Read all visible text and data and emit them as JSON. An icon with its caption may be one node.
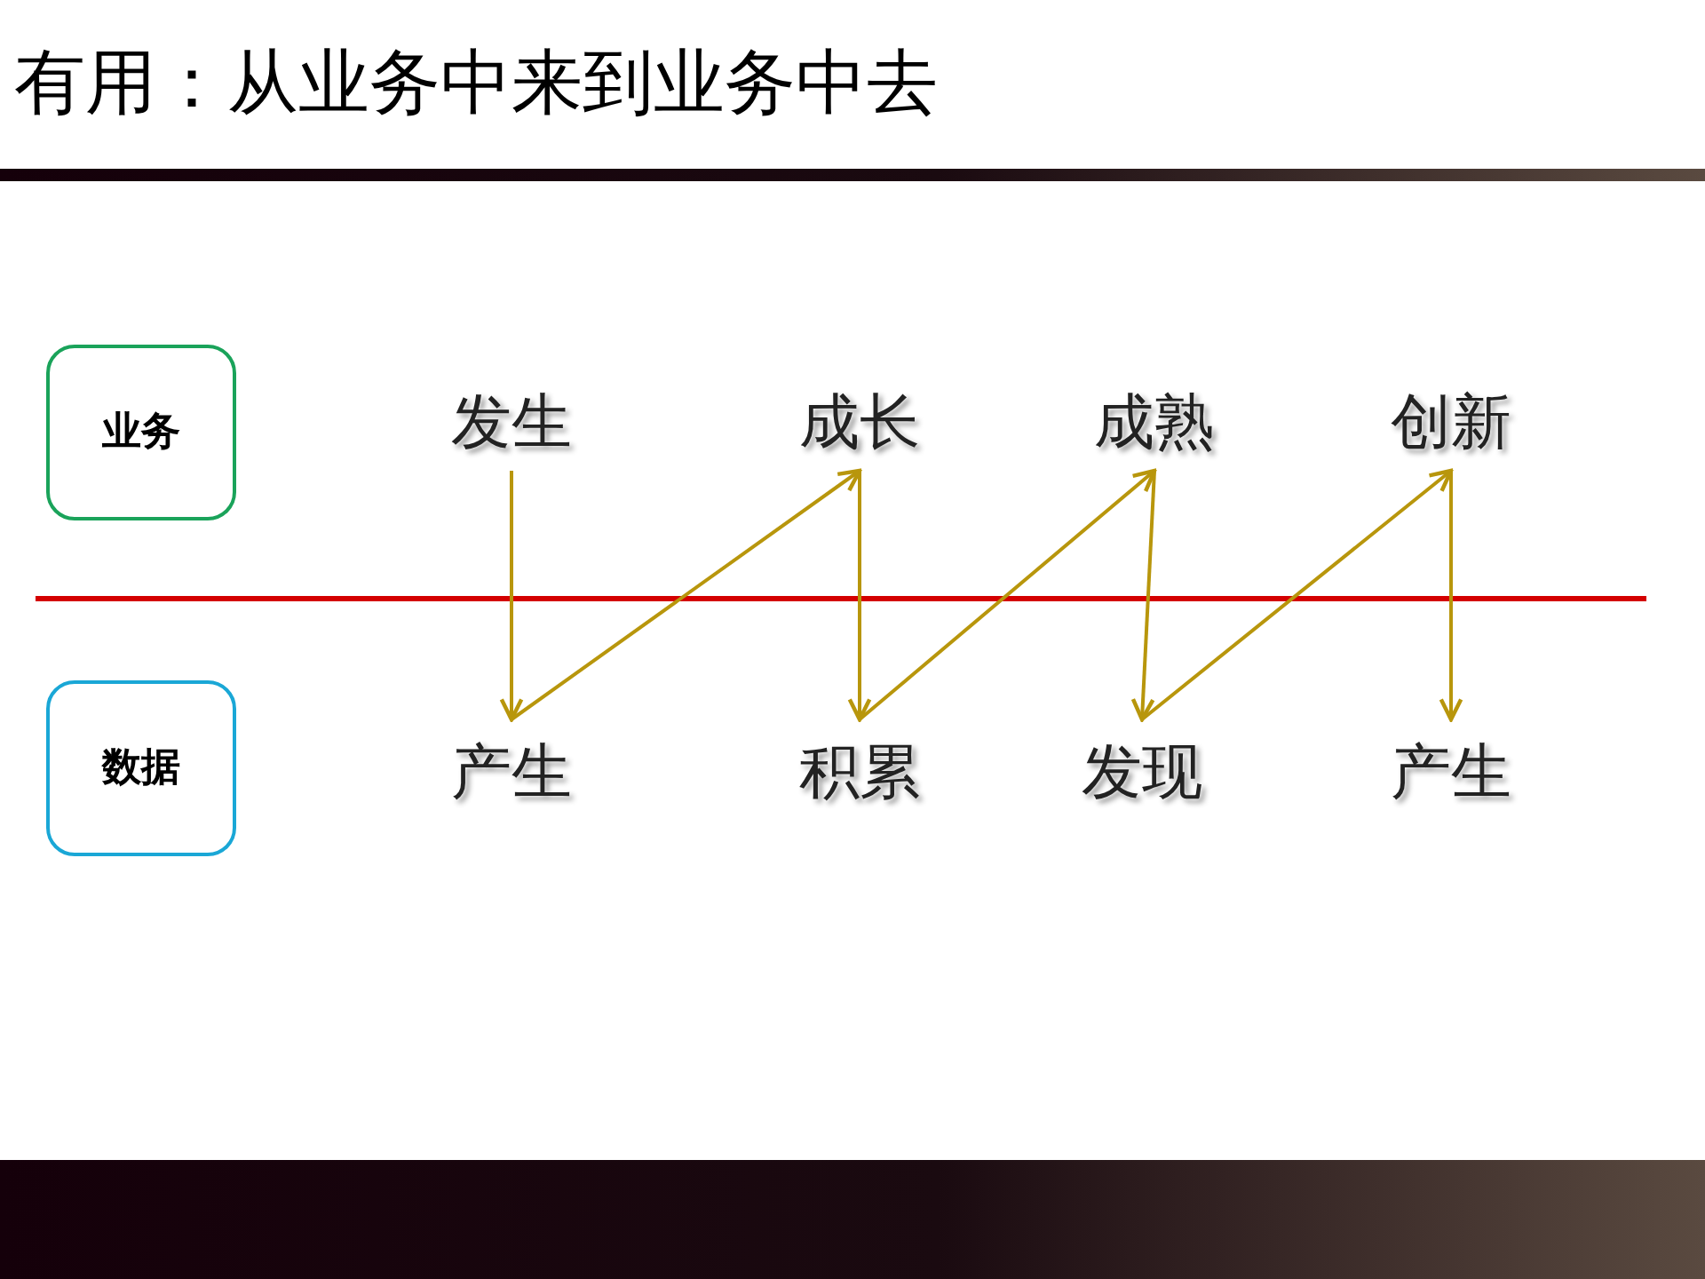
{
  "diagram": {
    "title": "有用：从业务中来到业务中去",
    "nodes": [
      {
        "text": [
          "业务"
        ]
      },
      {
        "text": [
          "发生"
        ]
      },
      {
        "text": [
          "成长"
        ]
      },
      {
        "text": [
          "成熟"
        ]
      },
      {
        "text": [
          "创新"
        ]
      },
      {
        "text": [
          "数据"
        ]
      },
      {
        "text": [
          "产生"
        ]
      },
      {
        "text": [
          "积累"
        ]
      },
      {
        "text": [
          "发现"
        ]
      },
      {
        "text": [
          "产生"
        ]
      }
    ],
    "edges": [
      {
        "from": 1,
        "to": 6,
        "arrow": "to"
      },
      {
        "from": 6,
        "to": 2,
        "arrow": "to"
      },
      {
        "from": 2,
        "to": 7,
        "arrow": "to"
      },
      {
        "from": 7,
        "to": 3,
        "arrow": "to"
      },
      {
        "from": 3,
        "to": 8,
        "arrow": "to"
      },
      {
        "from": 8,
        "to": 4,
        "arrow": "to"
      },
      {
        "from": 4,
        "to": 9,
        "arrow": "to"
      }
    ]
  }
}
